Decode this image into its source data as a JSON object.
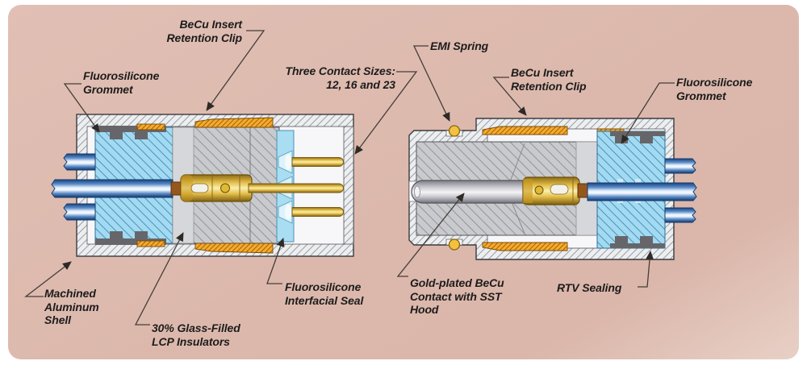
{
  "figure": {
    "type": "connector cutaway cross-section diagram",
    "colors": {
      "background_panel": "#dcb8ac",
      "shell_gray": "#eceef0",
      "insulator_gray": "#c9cacd",
      "grommet_blue": "#a3daf1",
      "clip_orange": "#f5ab2e",
      "contact_gold": "#e6c14e",
      "wire_blue": "#3a76c0",
      "sst_silver": "#d8d8dd",
      "rtv_dark_gray": "#66666a",
      "label_text": "#1c1c1c",
      "leader_line": "#443e38"
    }
  },
  "labels": {
    "becu_insert_retention_clip_left": "BeCu Insert\nRetention Clip",
    "fluorosilicone_grommet_left": "Fluorosilicone\nGrommet",
    "three_contact_sizes": "Three Contact Sizes:\n12, 16 and 23",
    "emi_spring": "EMI Spring",
    "becu_insert_retention_clip_right": "BeCu Insert\nRetention Clip",
    "fluorosilicone_grommet_right": "Fluorosilicone\nGrommet",
    "machined_aluminum_shell": "Machined\nAluminum\nShell",
    "glass_filled_lcp_insulators": "30% Glass-Filled\nLCP Insulators",
    "fluorosilicone_interfacial_seal": "Fluorosilicone\nInterfacial Seal",
    "gold_plated_becu_contact": "Gold-plated BeCu\nContact with SST\nHood",
    "rtv_sealing": "RTV Sealing"
  }
}
